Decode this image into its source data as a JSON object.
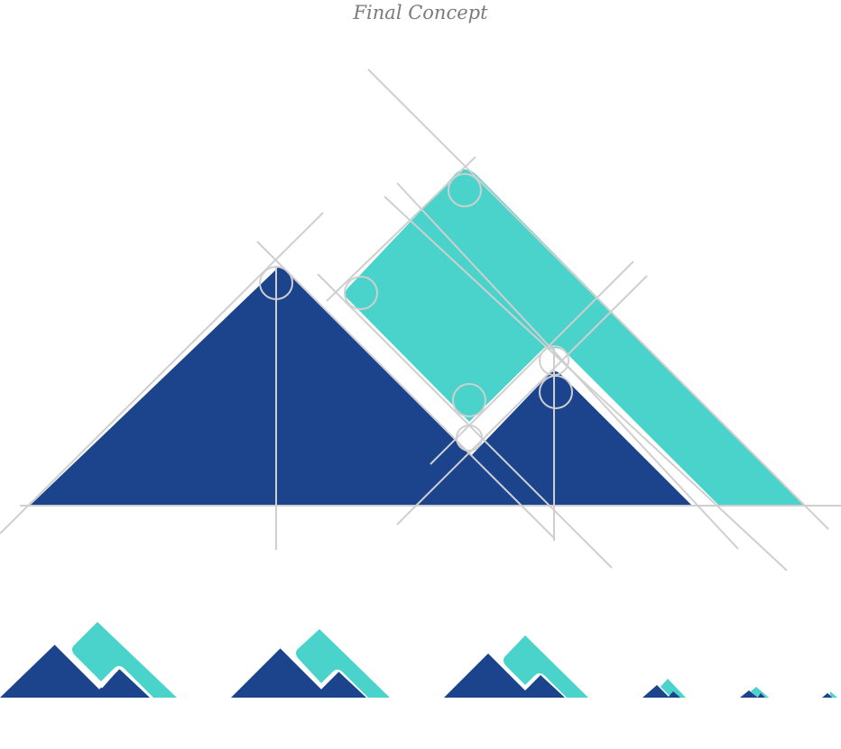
{
  "title": "Final Concept",
  "colors": {
    "navy": "#1c448d",
    "teal": "#4ad3cb",
    "guide": "#cfcfcf",
    "title": "#7a7a7a",
    "background": "#ffffff"
  },
  "variants": [
    "large",
    "medium",
    "small",
    "tiny",
    "tinier",
    "tiniest"
  ]
}
